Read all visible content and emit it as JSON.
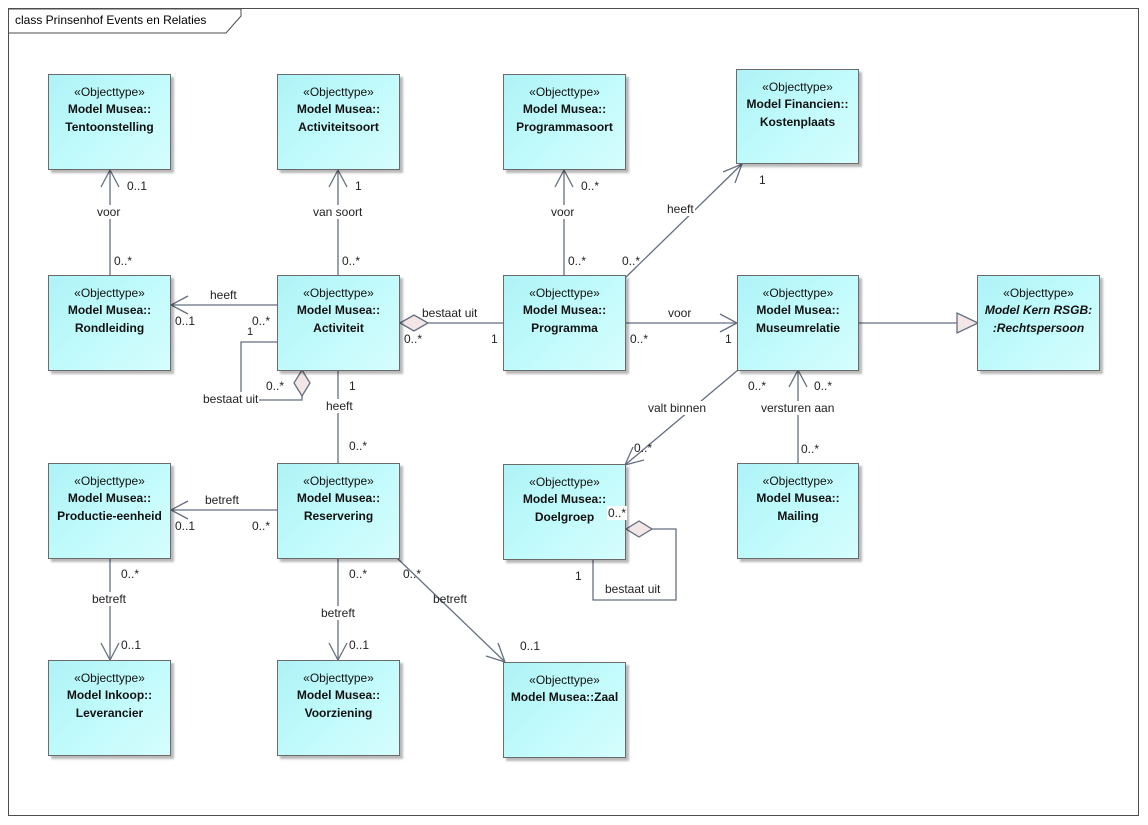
{
  "diagram": {
    "title": "class Prinsenhof Events en Relaties"
  },
  "classes": {
    "tentoonstelling": {
      "stereotype": "«Objecttype»",
      "name1": "Model Musea::",
      "name2": "Tentoonstelling"
    },
    "activiteitsoort": {
      "stereotype": "«Objecttype»",
      "name1": "Model Musea::",
      "name2": "Activiteitsoort"
    },
    "programmasoort": {
      "stereotype": "«Objecttype»",
      "name1": "Model Musea::",
      "name2": "Programmasoort"
    },
    "kostenplaats": {
      "stereotype": "«Objecttype»",
      "name1": "Model Financien::",
      "name2": "Kostenplaats"
    },
    "rondleiding": {
      "stereotype": "«Objecttype»",
      "name1": "Model Musea::",
      "name2": "Rondleiding"
    },
    "activiteit": {
      "stereotype": "«Objecttype»",
      "name1": "Model Musea::",
      "name2": "Activiteit"
    },
    "programma": {
      "stereotype": "«Objecttype»",
      "name1": "Model Musea::",
      "name2": "Programma"
    },
    "museumrelatie": {
      "stereotype": "«Objecttype»",
      "name1": "Model Musea::",
      "name2": "Museumrelatie"
    },
    "rechtspersoon": {
      "stereotype": "«Objecttype»",
      "name1": "Model Kern RSGB:",
      "name2": ":Rechtspersoon"
    },
    "productie": {
      "stereotype": "«Objecttype»",
      "name1": "Model Musea::",
      "name2": "Productie-eenheid"
    },
    "reservering": {
      "stereotype": "«Objecttype»",
      "name1": "Model Musea::",
      "name2": "Reservering"
    },
    "doelgroep": {
      "stereotype": "«Objecttype»",
      "name1": "Model Musea::",
      "name2": "Doelgroep"
    },
    "mailing": {
      "stereotype": "«Objecttype»",
      "name1": "Model Musea::",
      "name2": "Mailing"
    },
    "leverancier": {
      "stereotype": "«Objecttype»",
      "name1": "Model Inkoop::",
      "name2": "Leverancier"
    },
    "voorziening": {
      "stereotype": "«Objecttype»",
      "name1": "Model Musea::",
      "name2": "Voorziening"
    },
    "zaal": {
      "stereotype": "«Objecttype»",
      "name1": "Model Musea::Zaal",
      "name2": ""
    }
  },
  "labels": {
    "t_mult_1": "0..1",
    "t_name": "voor",
    "t_mult_2": "0..*",
    "as_mult_1": "1",
    "as_name": "van soort",
    "as_mult_2": "0..*",
    "ps_mult_1": "0..*",
    "ps_name": "voor",
    "ps_mult_2": "0..*",
    "kp_mult_1": "1",
    "kp_name": "heeft",
    "kp_mult_2": "0..*",
    "rl_name": "heeft",
    "rl_mult_1": "0..1",
    "rl_mult_2": "0..*",
    "self_a_mult_1": "1",
    "self_a_mult_2": "0..*",
    "self_a_name": "bestaat uit",
    "ap_name": "bestaat uit",
    "ap_mult_1": "0..*",
    "ap_mult_2": "1",
    "pm_name": "voor",
    "pm_mult_1": "0..*",
    "pm_mult_2": "1",
    "ar_mult_1": "1",
    "ar_name": "heeft",
    "ar_mult_2": "0..*",
    "pe_name": "betreft",
    "pe_mult_1": "0..1",
    "pe_mult_2": "0..*",
    "vb_mult_1": "0..*",
    "vb_name": "valt binnen",
    "vb_mult_2": "0..*",
    "va_mult_1": "0..*",
    "va_name": "versturen aan",
    "va_mult_2": "0..*",
    "self_d_mult_1": "0..*",
    "self_d_mult_2": "1",
    "self_d_name": "bestaat uit",
    "pl_mult_1": "0..*",
    "pl_name": "betreft",
    "pl_mult_2": "0..1",
    "rv_mult_1": "0..*",
    "rv_name": "betreft",
    "rv_mult_2": "0..1",
    "rz_mult_1": "0..*",
    "rz_name": "betreft",
    "rz_mult_2": "0..1"
  }
}
